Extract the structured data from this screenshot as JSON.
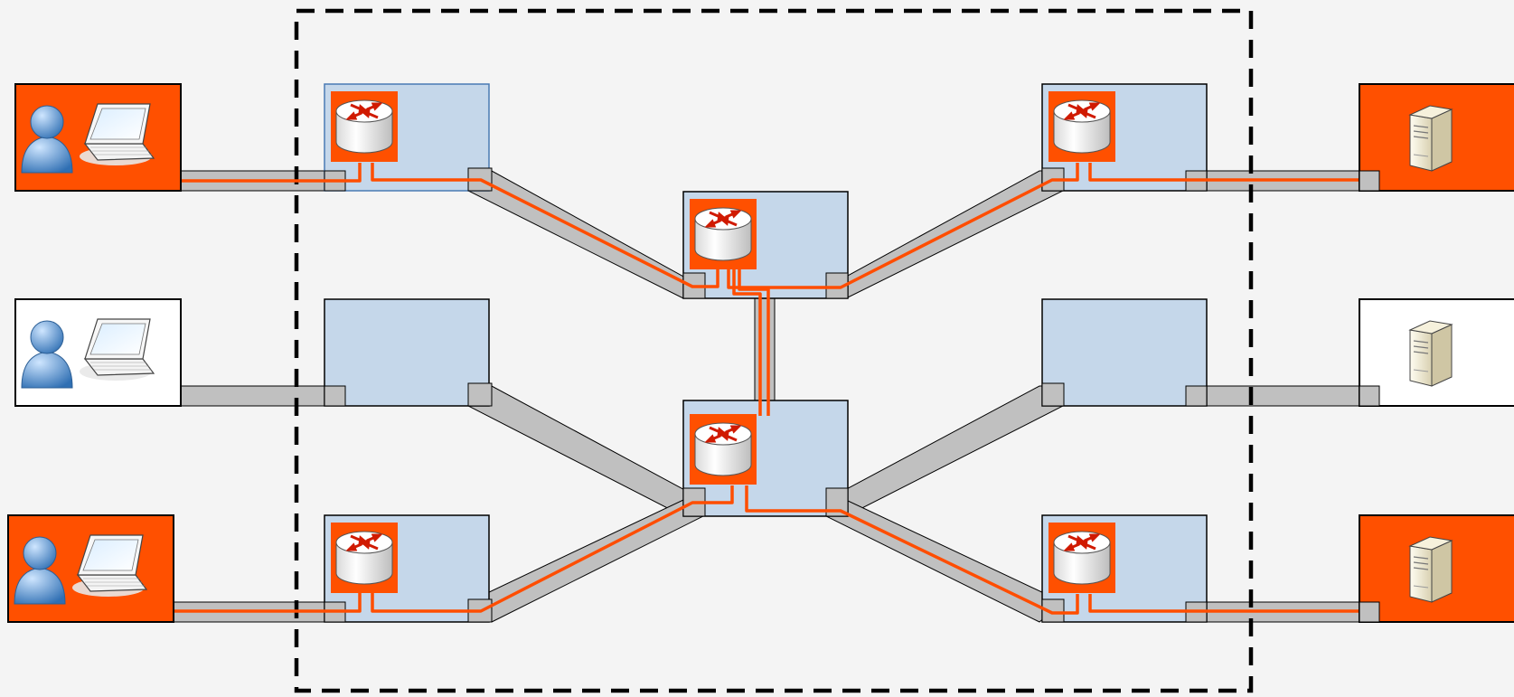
{
  "colors": {
    "background": "#f4f4f4",
    "active_orange": "#ff5000",
    "inactive_white": "#ffffff",
    "switch_blue": "#c5d7ea",
    "pipe_gray": "#c0c0c0",
    "path_orange": "#ff4d00",
    "boundary": "#000000"
  },
  "diagram": {
    "boundary_style": "dashed",
    "clients": [
      {
        "name": "client-top",
        "icon": "user-laptop-icon",
        "active": true
      },
      {
        "name": "client-middle",
        "icon": "user-laptop-icon",
        "active": false
      },
      {
        "name": "client-bottom",
        "icon": "user-laptop-icon",
        "active": true
      }
    ],
    "servers": [
      {
        "name": "server-top",
        "icon": "server-tower-icon",
        "active": true
      },
      {
        "name": "server-middle",
        "icon": "server-tower-icon",
        "active": false
      },
      {
        "name": "server-bottom",
        "icon": "server-tower-icon",
        "active": true
      }
    ],
    "switches": [
      {
        "name": "edge-switch-left-top",
        "has_router": true
      },
      {
        "name": "edge-switch-left-middle",
        "has_router": false
      },
      {
        "name": "edge-switch-left-bottom",
        "has_router": true
      },
      {
        "name": "core-switch-top",
        "has_router": true
      },
      {
        "name": "core-switch-bottom",
        "has_router": true
      },
      {
        "name": "edge-switch-right-top",
        "has_router": true
      },
      {
        "name": "edge-switch-right-middle",
        "has_router": false
      },
      {
        "name": "edge-switch-right-bottom",
        "has_router": true
      }
    ],
    "router_icon": "router-icon"
  }
}
